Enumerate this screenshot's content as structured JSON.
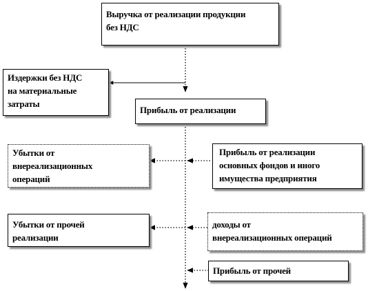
{
  "boxes": {
    "revenue": {
      "lines": [
        "Выручка  от реализации продукции",
        "без НДС"
      ]
    },
    "costs": {
      "lines": [
        "Издержки  без НДС",
        "на материальные",
        "затраты"
      ]
    },
    "sales_profit": {
      "lines": [
        "Прибыль от реализации"
      ]
    },
    "nonop_losses": {
      "lines": [
        "Убытки от",
        "внереализационных",
        "операций"
      ]
    },
    "asset_sale_profit": {
      "lines": [
        "Прибыль от реализации",
        "основных фондов и иного",
        "имущества  предприятия"
      ]
    },
    "other_sales_losses": {
      "lines": [
        "Убытки  от прочей",
        "реализации"
      ]
    },
    "nonop_income": {
      "lines": [
        "доходы  от",
        "внереализационных операций"
      ]
    },
    "other_sales_profit": {
      "lines": [
        "Прибыль от прочей"
      ]
    }
  }
}
